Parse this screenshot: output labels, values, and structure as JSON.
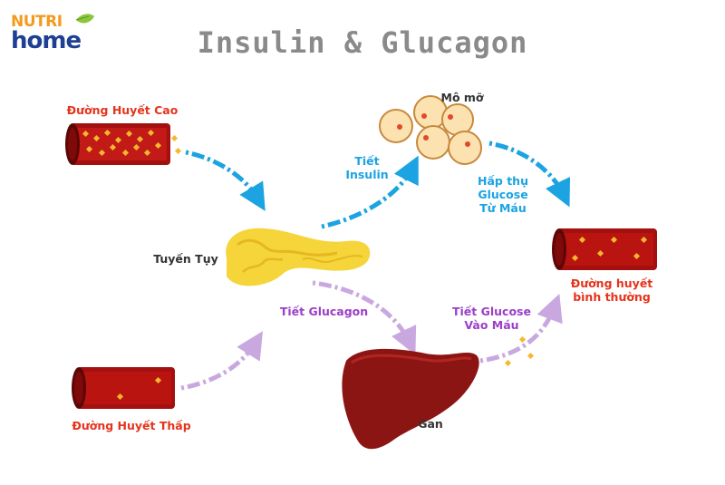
{
  "logo": {
    "part1": "NUTRI",
    "part2": "home"
  },
  "title": "Insulin & Glucagon",
  "labels": {
    "high_blood_sugar": "Đường Huyết Cao",
    "fat_tissue": "Mô mỡ",
    "secrete_insulin": [
      "Tiết",
      "Insulin"
    ],
    "absorb_glucose": [
      "Hấp thụ",
      "Glucose",
      "Từ Máu"
    ],
    "pancreas": "Tuyến Tụy",
    "normal_blood_sugar": [
      "Đường huyết",
      "bình thường"
    ],
    "secrete_glucagon": "Tiết Glucagon",
    "release_glucose": [
      "Tiết Glucose",
      "Vào Máu"
    ],
    "low_blood_sugar": "Đường Huyết Thấp",
    "liver": "Gan"
  },
  "colors": {
    "vessel": "#a3100f",
    "glucose": "#f5b82e",
    "insulin_arrow": "#1ba3e2",
    "glucagon_arrow": "#c9a8df",
    "pancreas": "#f5d53a",
    "liver": "#8b1513",
    "fat_cell": "#fbe2b0"
  },
  "icons": [
    "glucose-particle",
    "blood-vessel",
    "fat-cell",
    "pancreas",
    "liver",
    "leaf-icon"
  ]
}
